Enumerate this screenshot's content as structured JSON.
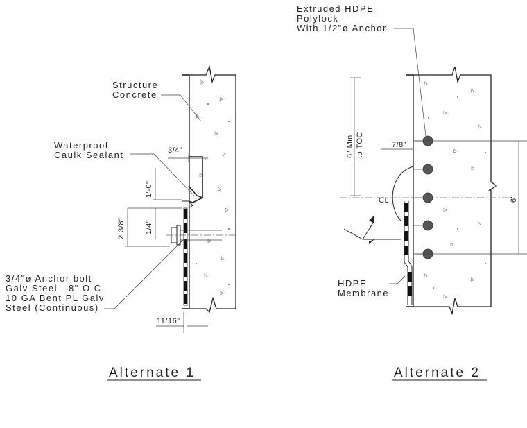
{
  "alternate1": {
    "title": "Alternate 1",
    "label_structure": [
      "Structure",
      "Concrete"
    ],
    "label_caulk": [
      "Waterproof",
      "Caulk Sealant"
    ],
    "label_anchor": [
      "3/4\"ø Anchor bolt",
      "Galv Steel - 8\" O.C.",
      "10 GA Bent PL Galv",
      "Steel (Continuous)"
    ],
    "dim_top": "3/4\"",
    "dim_1ft": "1'-0\"",
    "dim_1q": "1/4\"",
    "dim_238": "2 3/8\"",
    "dim_bottom": "11/16\""
  },
  "alternate2": {
    "title": "Alternate 2",
    "label_polylock": [
      "Extruded HDPE",
      "Polylock",
      "With 1/2\"ø  Anchor"
    ],
    "label_membrane": [
      "HDPE",
      "Membrane"
    ],
    "dim_min": [
      "6\" Min",
      "to TOC"
    ],
    "dim_78": "7/8\"",
    "dim_6": "6\"",
    "centerline": "CL"
  },
  "colors": {
    "line": "#222222",
    "anchor_dot": "#555555",
    "background": "#ffffff"
  }
}
